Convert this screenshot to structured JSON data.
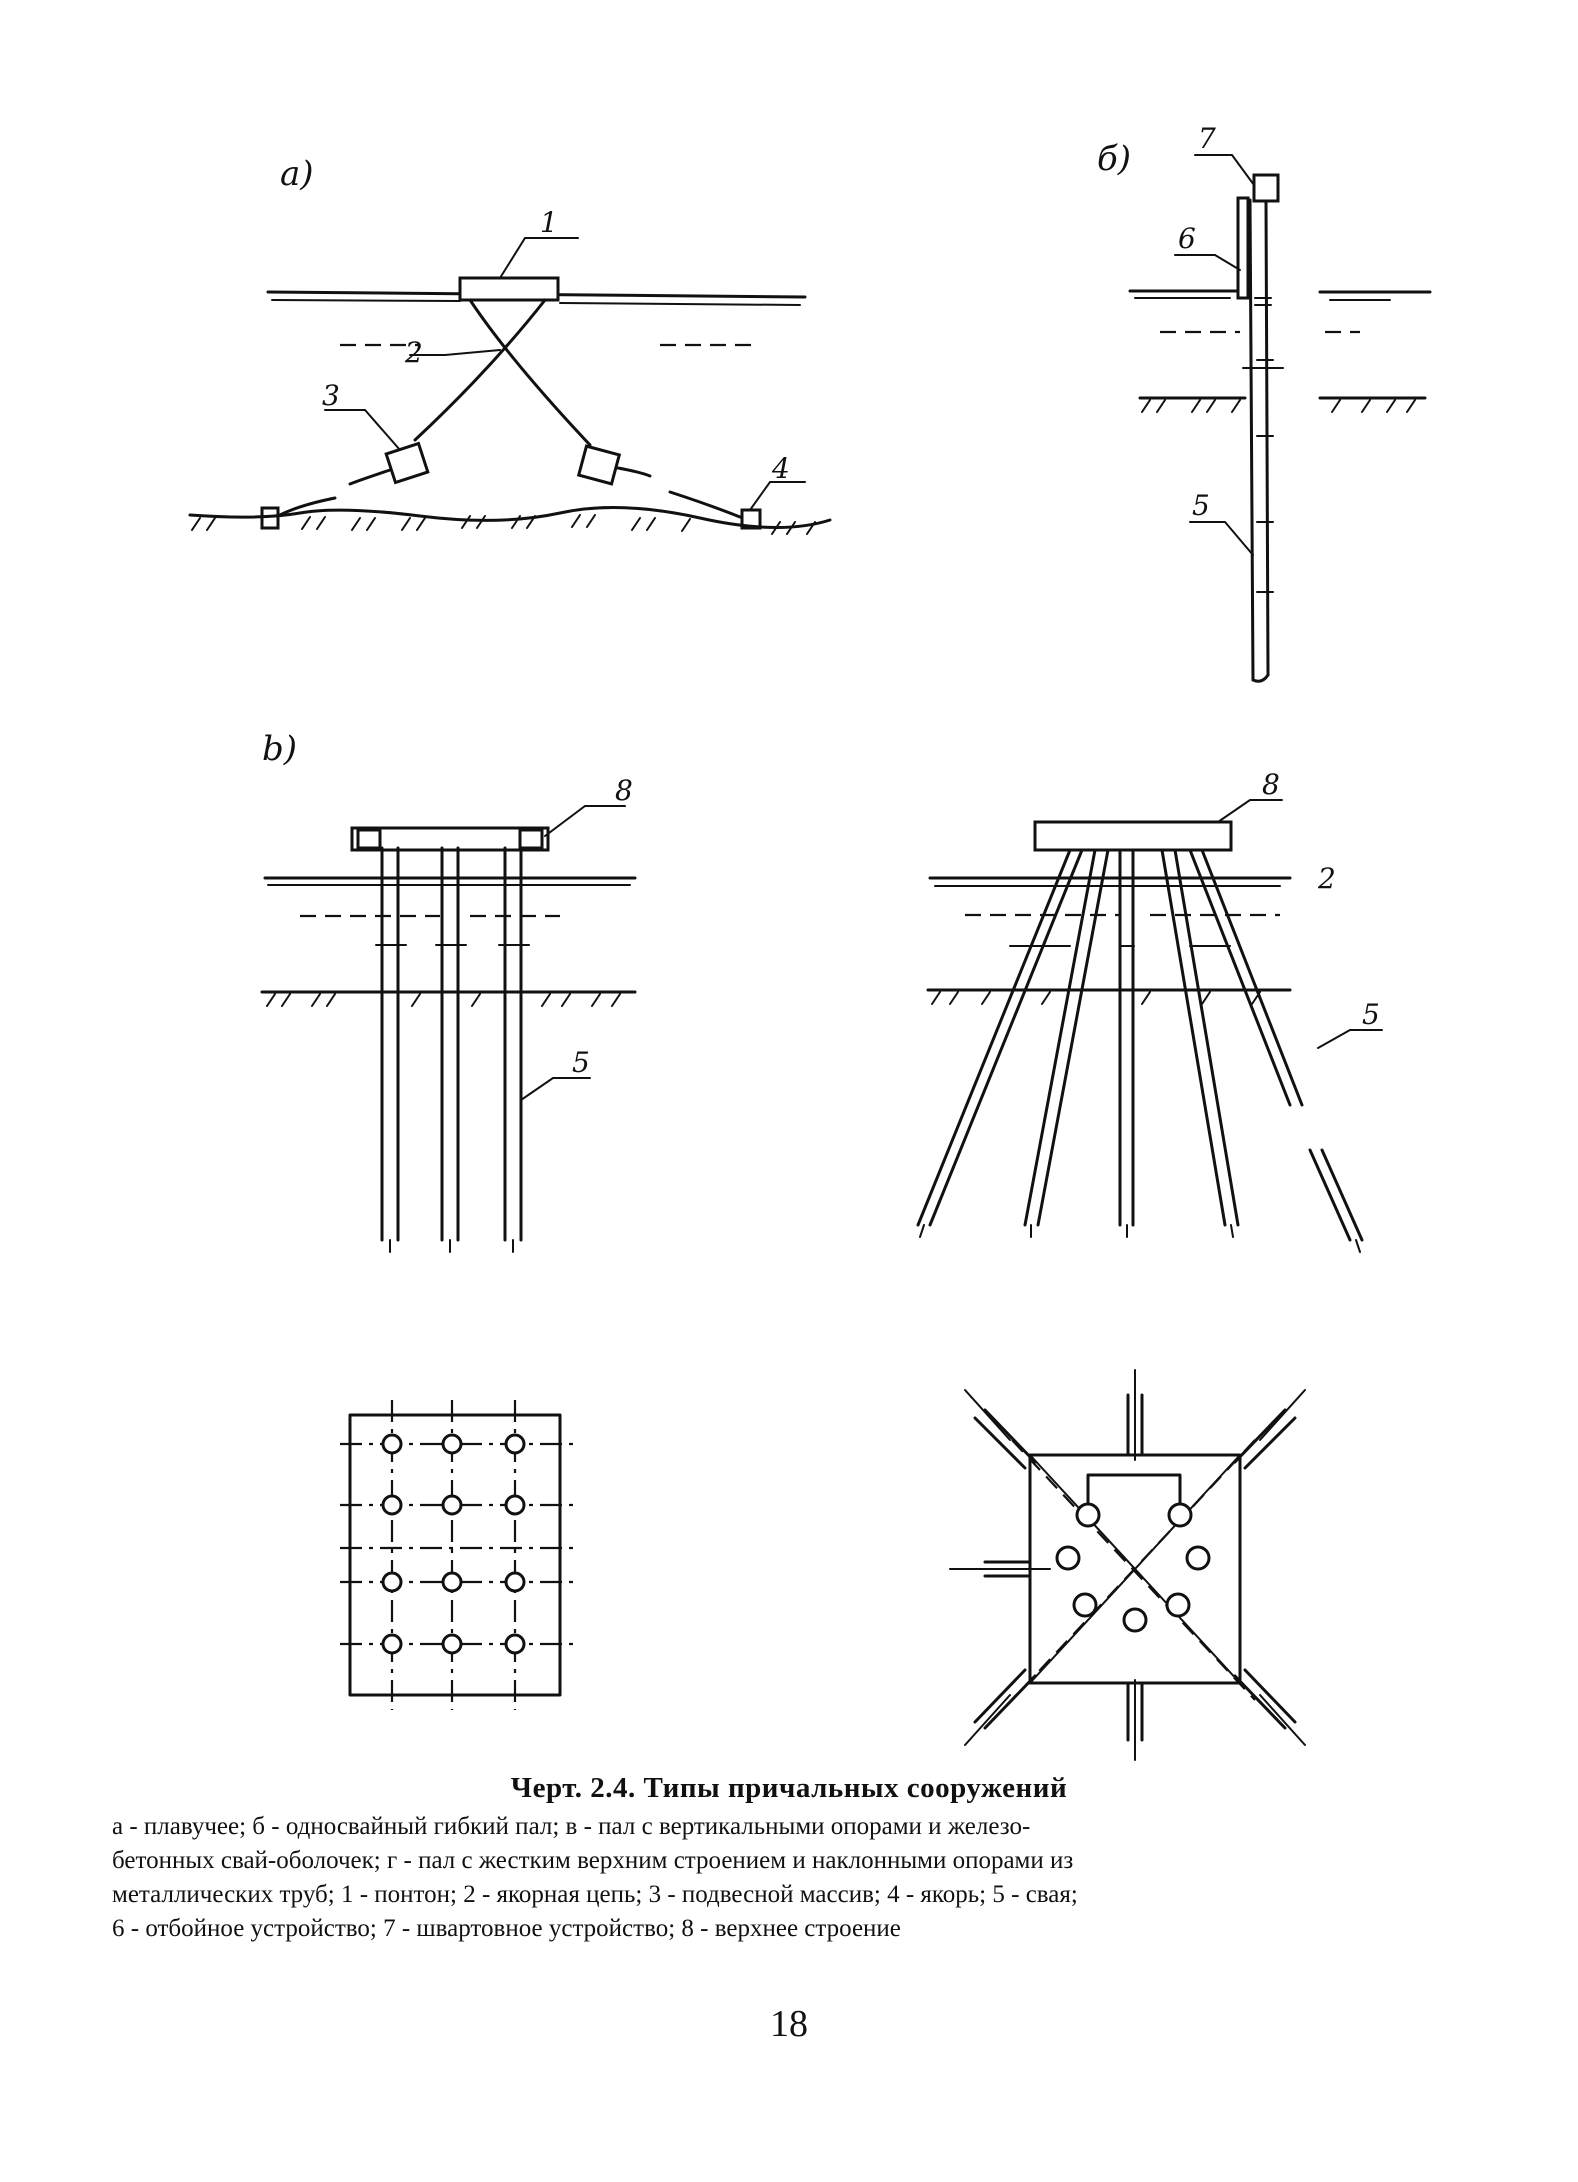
{
  "panels": {
    "a": {
      "label": "a)",
      "callouts": [
        "1",
        "2",
        "3",
        "4"
      ]
    },
    "b": {
      "label": "б)",
      "callouts": [
        "7",
        "6",
        "5"
      ]
    },
    "v": {
      "label": "b)",
      "callouts": [
        "8",
        "5"
      ]
    },
    "g": {
      "callouts": [
        "8",
        "2",
        "5"
      ]
    }
  },
  "caption": {
    "title": "Черт. 2.4. Типы причальных сооружений",
    "legend": [
      "а - плавучее; б - односвайный гибкий пал; в - пал с вертикальными опорами и железо-",
      "бетонных свай-оболочек; г - пал с жестким верхним строением и наклонными опорами из",
      "металлических труб; 1 - понтон; 2 - якорная цепь; 3 - подвесной массив; 4 - якорь; 5 - свая;",
      "6 - отбойное устройство; 7 - швартовное устройство; 8 - верхнее строение"
    ]
  },
  "page_number": "18"
}
